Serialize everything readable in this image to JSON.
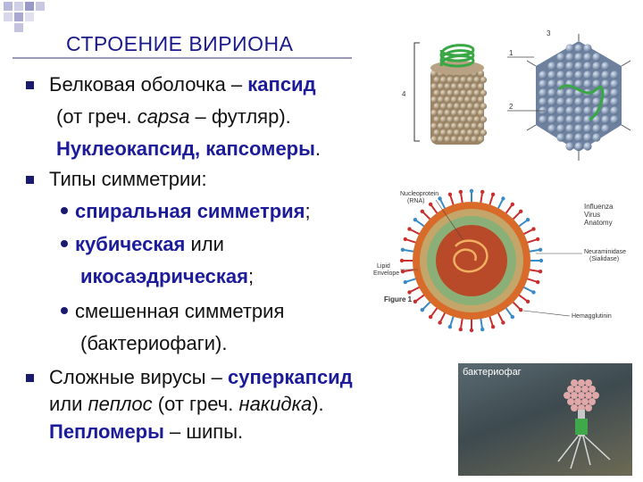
{
  "title": "СТРОЕНИЕ ВИРИОНА",
  "bullet1": {
    "line1_a": "Белковая оболочка – ",
    "line1_b": "капсид",
    "line2_a": "(от греч. ",
    "line2_b": "capsa",
    "line2_c": " – футляр).",
    "line3_a": "Нуклеокапсид, капсомеры",
    "line3_b": "."
  },
  "bullet2": {
    "heading": "Типы симметрии:",
    "sub1_a": "спиральная симметрия",
    "sub1_b": ";",
    "sub2_a": "кубическая",
    "sub2_b": " или",
    "sub2_c": "икосаэдрическая",
    "sub2_d": ";",
    "sub3": "смешенная симметрия",
    "sub3_cont": "(бактериофаги)."
  },
  "bullet3": {
    "line1_a": "Сложные вирусы – ",
    "line1_b": "суперкапсид",
    "line2_a": "или ",
    "line2_b": "пеплос",
    "line2_c": " (от греч. ",
    "line2_d": "накидка",
    "line2_e": ").",
    "line3_a": "Пепломеры",
    "line3_b": " – шипы."
  },
  "figure_top": {
    "label1": "1",
    "label2": "2",
    "label3": "3",
    "label4": "4"
  },
  "figure_mid": {
    "nucleoprotein": "Nucleoprotein",
    "rna": "(RNA)",
    "influenza1": "Influenza",
    "influenza2": "Virus",
    "influenza3": "Anatomy",
    "neuraminidase1": "Neuraminidase",
    "neuraminidase2": "(Sialidase)",
    "lipid1": "Lipid",
    "lipid2": "Envelope",
    "figure": "Figure 1",
    "hemagglutinin": "Hemagglutinin"
  },
  "photo_label": "бактериофаг",
  "colors": {
    "accent": "#1c1c9a",
    "bullet": "#1a1a6e",
    "title": "#1a1a8c"
  }
}
